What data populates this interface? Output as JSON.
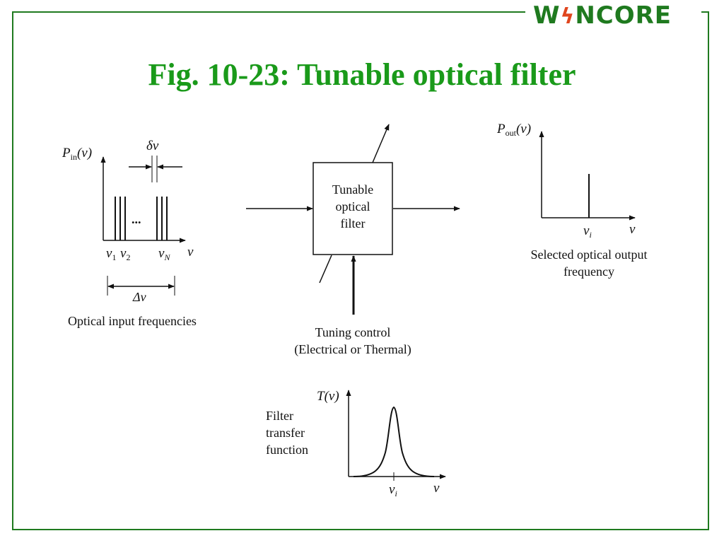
{
  "logo": {
    "text_w": "W",
    "text_bolt": "ϟ",
    "text_rest": "NCORE"
  },
  "title": "Fig. 10-23: Tunable optical filter",
  "input_panel": {
    "y_label": "P",
    "y_label_sub": "in",
    "y_label_arg": "(ν)",
    "delta_nu_small": "δν",
    "ellipsis": "...",
    "nu1": "ν",
    "nu1_sub": "1",
    "nu2": "ν",
    "nu2_sub": "2",
    "nuN": "ν",
    "nuN_sub": "N",
    "x_axis": "ν",
    "delta_nu": "Δν",
    "caption": "Optical input frequencies"
  },
  "filter_box": {
    "line1": "Tunable",
    "line2": "optical",
    "line3": "filter"
  },
  "tuning": {
    "line1": "Tuning control",
    "line2": "(Electrical or Thermal)"
  },
  "output_panel": {
    "y_label": "P",
    "y_label_sub": "out",
    "y_label_arg": "(ν)",
    "nu_i": "ν",
    "nu_i_sub": "i",
    "x_axis": "ν",
    "caption_line1": "Selected optical output",
    "caption_line2": "frequency"
  },
  "transfer_panel": {
    "y_label": "T(ν)",
    "label_line1": "Filter",
    "label_line2": "transfer",
    "label_line3": "function",
    "nu_i": "ν",
    "nu_i_sub": "i",
    "x_axis": "ν"
  },
  "colors": {
    "frame": "#1f7a1f",
    "title": "#1a9a1a",
    "logo": "#1f7a1f",
    "bolt": "#e0461e"
  }
}
